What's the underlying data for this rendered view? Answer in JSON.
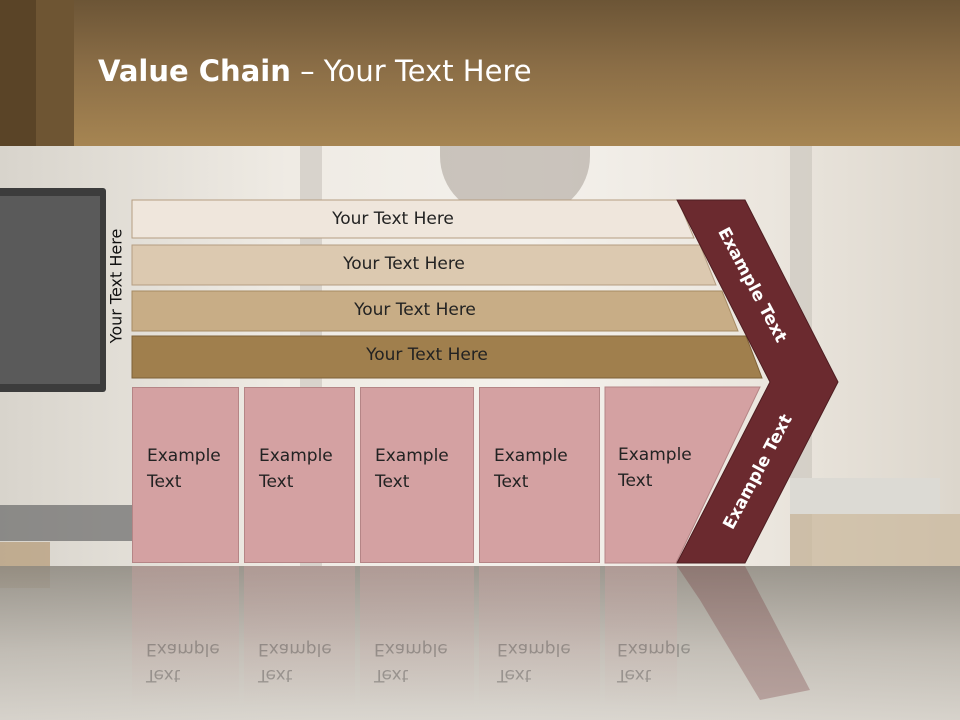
{
  "title": {
    "bold": "Value Chain",
    "rest": " – Your Text Here"
  },
  "vertical_label": "Your Text Here",
  "rows": [
    {
      "label": "Your Text Here",
      "color": "#efe6dc"
    },
    {
      "label": "Your Text Here",
      "color": "#dcc9b0"
    },
    {
      "label": "Your Text Here",
      "color": "#c8ad86"
    },
    {
      "label": "Your Text Here",
      "color": "#a07f4d"
    }
  ],
  "boxes": [
    {
      "line1": "Example",
      "line2": "Text"
    },
    {
      "line1": "Example",
      "line2": "Text"
    },
    {
      "line1": "Example",
      "line2": "Text"
    },
    {
      "line1": "Example",
      "line2": "Text"
    },
    {
      "line1": "Example",
      "line2": "Text"
    }
  ],
  "chevron_top_label": "Example Text",
  "chevron_bottom_label": "Example Text",
  "colors": {
    "chevron": "#6b2a2f",
    "box": "#d4a1a2",
    "header": "#8a6d46"
  }
}
